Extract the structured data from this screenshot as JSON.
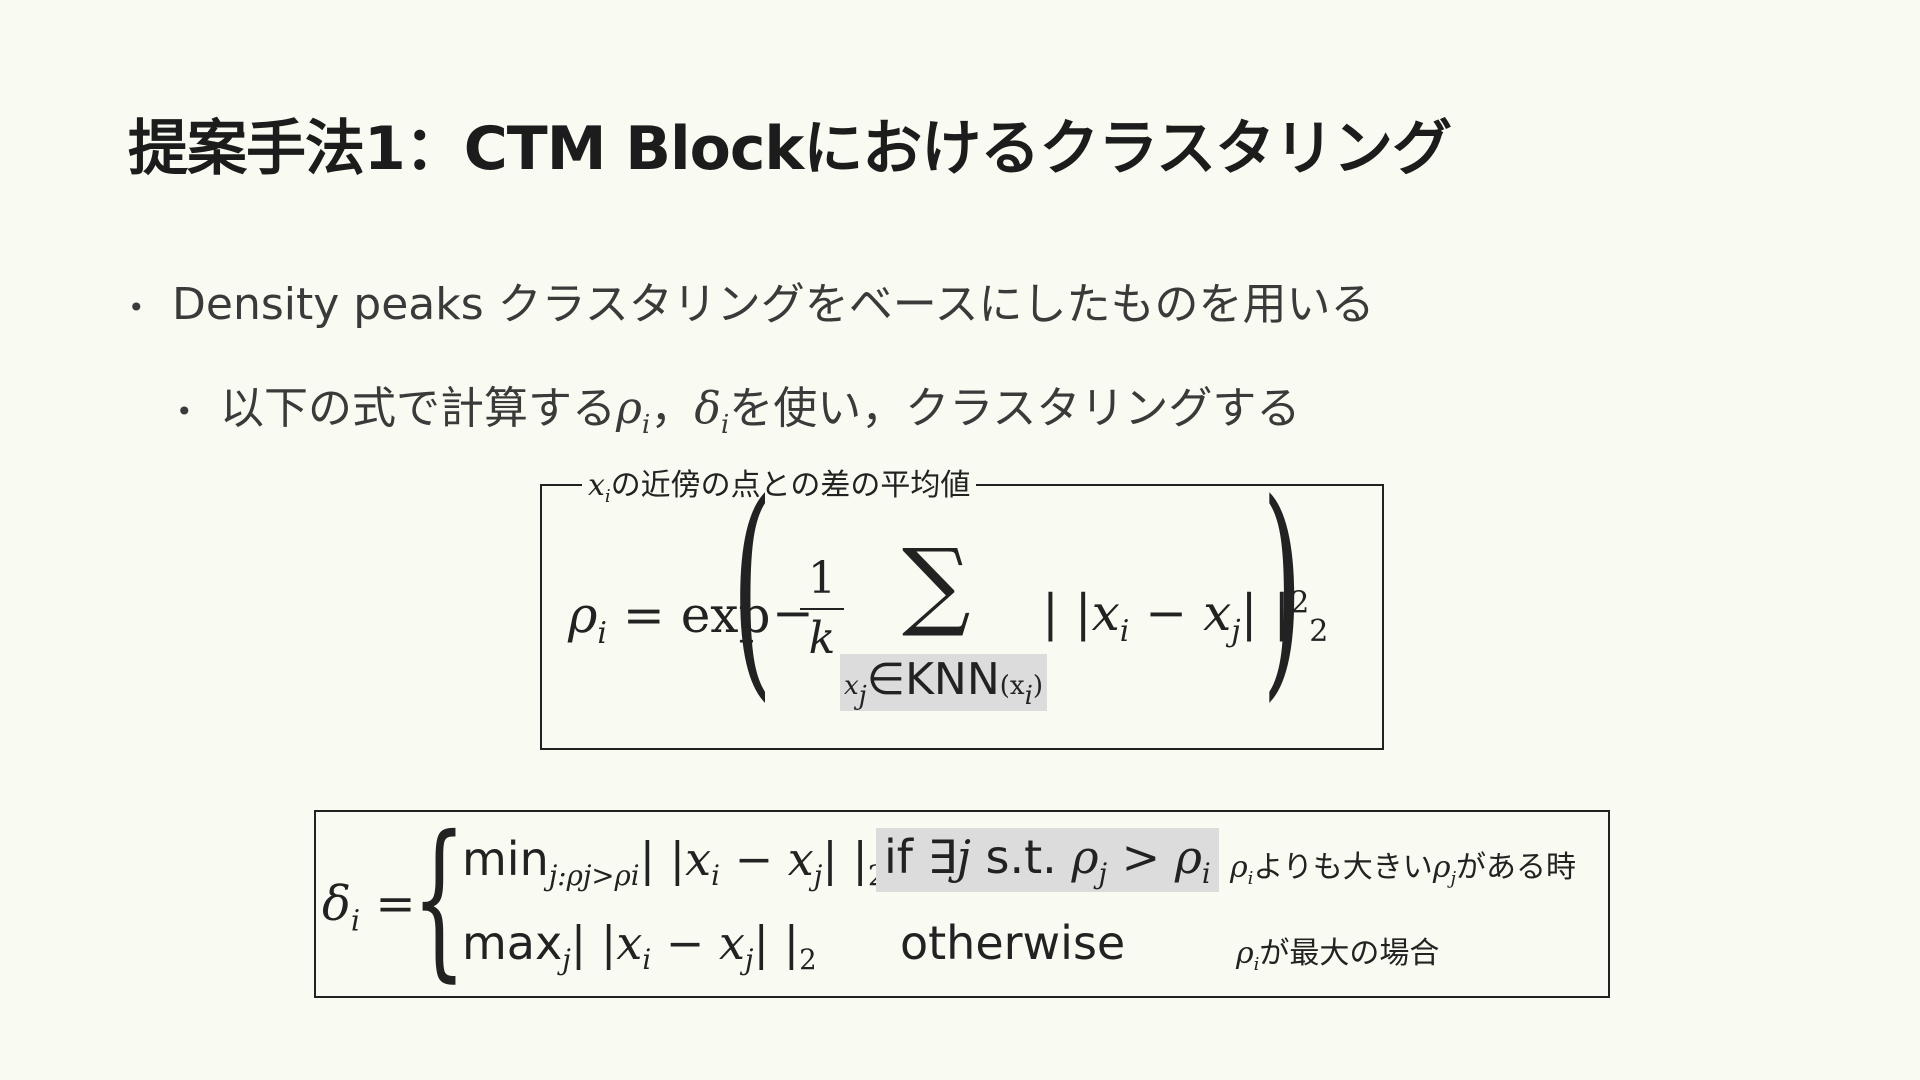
{
  "title": "提案手法1：CTM Blockにおけるクラスタリング",
  "bullets": {
    "level1_marker": "•",
    "level1_text": "Density peaks クラスタリングをベースにしたものを用いる",
    "level2_marker": "•",
    "level2_prefix": "以下の式で計算する",
    "level2_rho": "ρ",
    "level2_sep": "，",
    "level2_delta": "δ",
    "level2_sub_i": "i",
    "level2_suffix": "を使い，クラスタリングする"
  },
  "box1": {
    "label_var": "x",
    "label_sub": "i",
    "label_text": "の近傍の点との差の平均値",
    "lhs": "ρ",
    "lhs_sub": "i",
    "eq": " = exp",
    "minus": "−",
    "frac_num": "1",
    "frac_den": "k",
    "sigma": "∑",
    "knn_var": "x",
    "knn_sub": "j",
    "knn_in": "∈KNN",
    "knn_arg": "(x",
    "knn_arg_sub": "i",
    "knn_close": ")",
    "norm_open": "| |x",
    "norm_sub_i": "i",
    "norm_minus": " − x",
    "norm_sub_j": "j",
    "norm_close": "| |",
    "norm_sup": "2",
    "norm_sub": "2"
  },
  "box2": {
    "lhs": "δ",
    "lhs_sub": "i",
    "eq": " = ",
    "brace": "{",
    "row1_fn": "min",
    "row1_sub": "j:ρj>ρi",
    "row1_expr_a": "| |x",
    "row1_expr_sub_i": "i",
    "row1_expr_b": " − x",
    "row1_expr_sub_j": "j",
    "row1_expr_c": "| |",
    "row1_expr_sub2": "2",
    "row1_cond_a": "if ∃",
    "row1_cond_j": "j",
    "row1_cond_b": " s.t. ",
    "row1_cond_rho": "ρ",
    "row1_cond_sub_j": "j",
    "row1_cond_gt": " > ρ",
    "row1_cond_sub_i": "i",
    "row2_fn": "max",
    "row2_sub": "j",
    "row2_expr_a": "| |x",
    "row2_expr_sub_i": "i",
    "row2_expr_b": " − x",
    "row2_expr_sub_j": "j",
    "row2_expr_c": "| |",
    "row2_expr_sub2": "2",
    "row2_cond": "otherwise",
    "note1_rho": "ρ",
    "note1_sub_i": "i",
    "note1_mid": "よりも大きい",
    "note1_rho2": "ρ",
    "note1_sub_j": "j",
    "note1_end": "がある時",
    "note2_rho": "ρ",
    "note2_sub_i": "i",
    "note2_text": "が最大の場合"
  }
}
